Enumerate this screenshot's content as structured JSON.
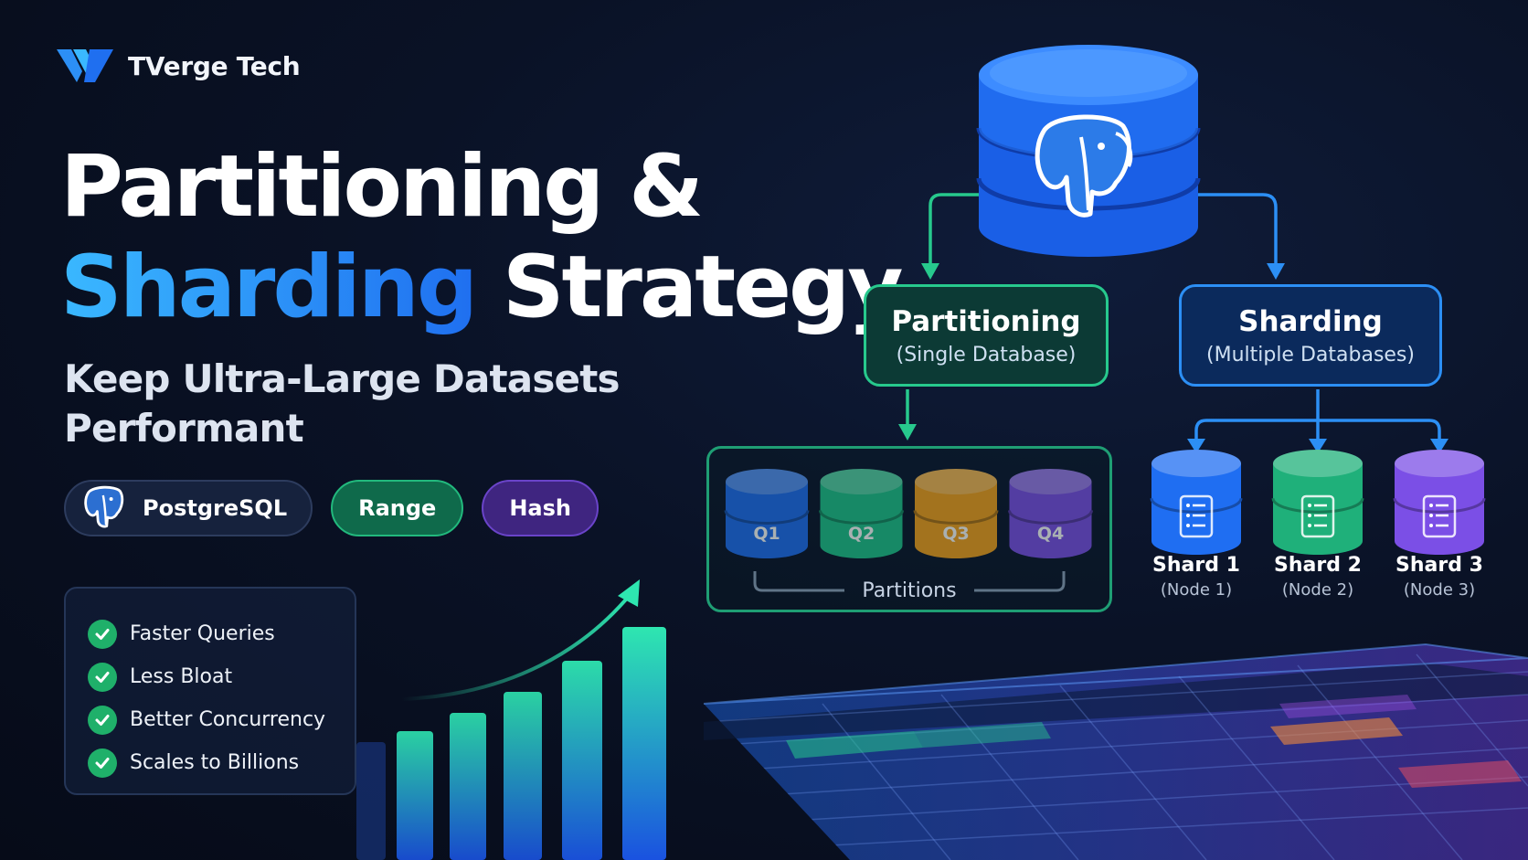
{
  "brand": {
    "name": "TVerge Tech"
  },
  "headline": {
    "line1": "Partitioning &",
    "line2_accent": "Sharding",
    "line2_rest": "Strategy"
  },
  "subtitle": {
    "line1": "Keep Ultra-Large Datasets",
    "line2": "Performant"
  },
  "tags": [
    {
      "label": "PostgreSQL",
      "icon": "postgresql-elephant-icon"
    },
    {
      "label": "Range"
    },
    {
      "label": "Hash"
    }
  ],
  "benefits": [
    {
      "label": "Faster Queries"
    },
    {
      "label": "Less Bloat"
    },
    {
      "label": "Better Concurrency"
    },
    {
      "label": "Scales to Billions"
    }
  ],
  "diagram": {
    "partitioning": {
      "title": "Partitioning",
      "subtitle": "(Single Database)"
    },
    "sharding": {
      "title": "Sharding",
      "subtitle": "(Multiple Databases)"
    },
    "partitions": {
      "label": "Partitions",
      "items": [
        {
          "label": "Q1",
          "color": "#1f6ef2"
        },
        {
          "label": "Q2",
          "color": "#1fc48a"
        },
        {
          "label": "Q3",
          "color": "#f6a21c"
        },
        {
          "label": "Q4",
          "color": "#7b4fe6"
        }
      ]
    },
    "shards": [
      {
        "name": "Shard 1",
        "node": "(Node 1)",
        "color": "#1f6ef2"
      },
      {
        "name": "Shard 2",
        "node": "(Node 2)",
        "color": "#1fb07a"
      },
      {
        "name": "Shard 3",
        "node": "(Node 3)",
        "color": "#7b4fe6"
      }
    ]
  },
  "colors": {
    "accent_blue": "#2c8ff5",
    "accent_green": "#27c98d",
    "accent_purple": "#6a44c9",
    "background": "#0a1226"
  }
}
